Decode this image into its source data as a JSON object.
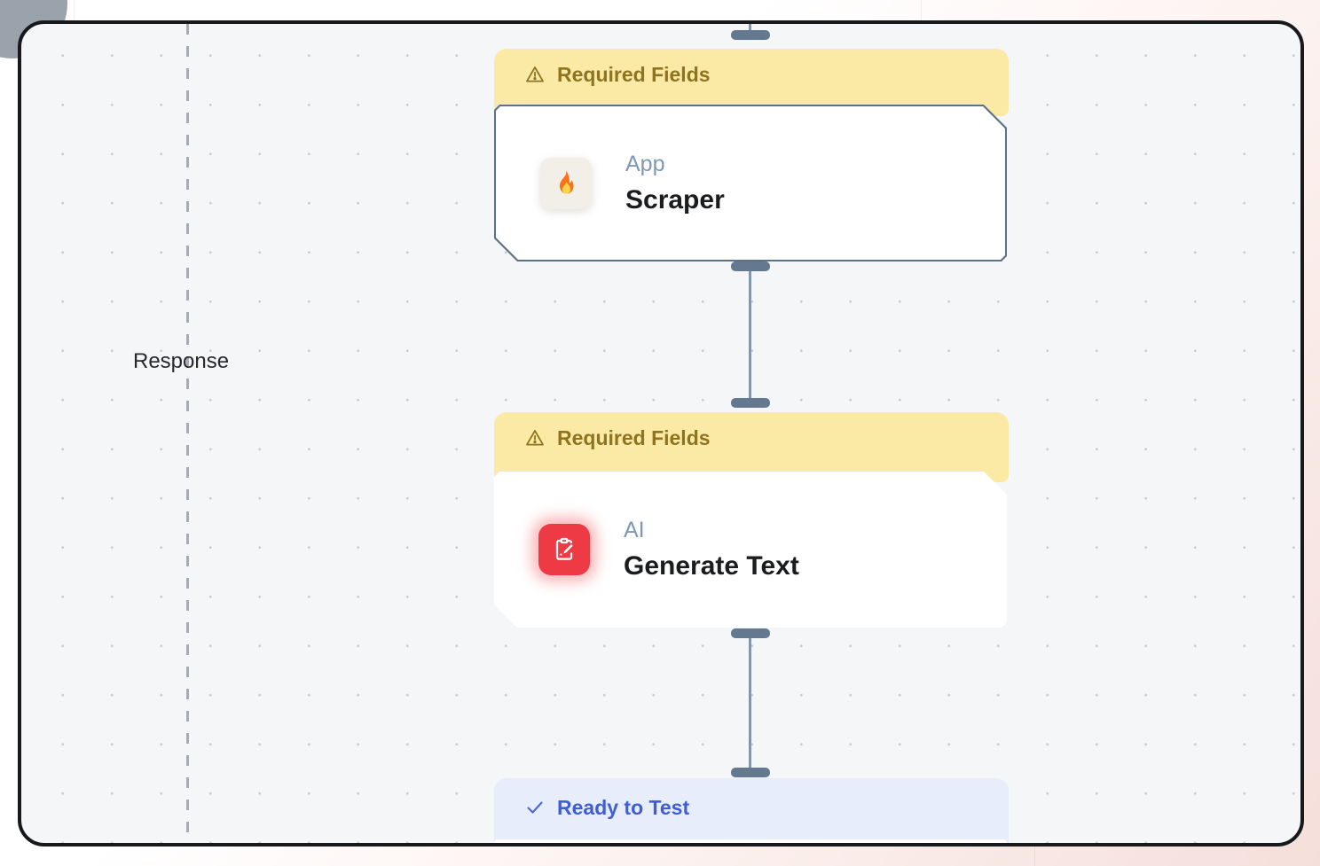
{
  "canvas": {
    "response_label": "Response",
    "colors": {
      "canvas_bg": "#f5f6f8",
      "warning_banner_bg": "#fbe9a6",
      "warning_banner_text": "#8f7420",
      "ready_banner_bg": "#e8edfb",
      "ready_banner_text": "#3f5dd8",
      "selected_node_border": "#5b7186",
      "connector": "#8496ac",
      "ai_icon_red": "#ee3a44",
      "type_label_text": "#7f98b6"
    }
  },
  "nodes": [
    {
      "banner_label": "Required Fields",
      "banner_status": "warning",
      "type_label": "App",
      "title": "Scraper",
      "icon": "fire-icon"
    },
    {
      "banner_label": "Required Fields",
      "banner_status": "warning",
      "type_label": "AI",
      "title": "Generate Text",
      "icon": "clipboard-edit-icon"
    },
    {
      "banner_label": "Ready to Test",
      "banner_status": "ready"
    }
  ]
}
